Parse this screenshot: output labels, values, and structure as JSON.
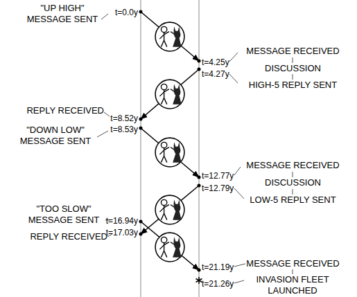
{
  "diagram": {
    "labels": [
      "\"UP HIGH\" MESSAGE SENT",
      "t=0.0y",
      "t=4.25y",
      "MESSAGE RECEIVED",
      "DISCUSSION",
      "t=4.27y",
      "HIGH-5 REPLY SENT",
      "REPLY RECEIVED",
      "t=8.52y",
      "\"DOWN LOW\" MESSAGE SENT",
      "t=8.53y",
      "t=12.77y",
      "MESSAGE RECEIVED",
      "DISCUSSION",
      "t=12.79y",
      "LOW-5 REPLY SENT",
      "\"TOO SLOW\" MESSAGE SENT",
      "t=16.94y",
      "REPLY RECEIVED",
      "t=17.03y",
      "t=21.19y",
      "MESSAGE RECEIVED",
      "t=21.26y",
      "INVASION FLEET LAUNCHED"
    ]
  }
}
